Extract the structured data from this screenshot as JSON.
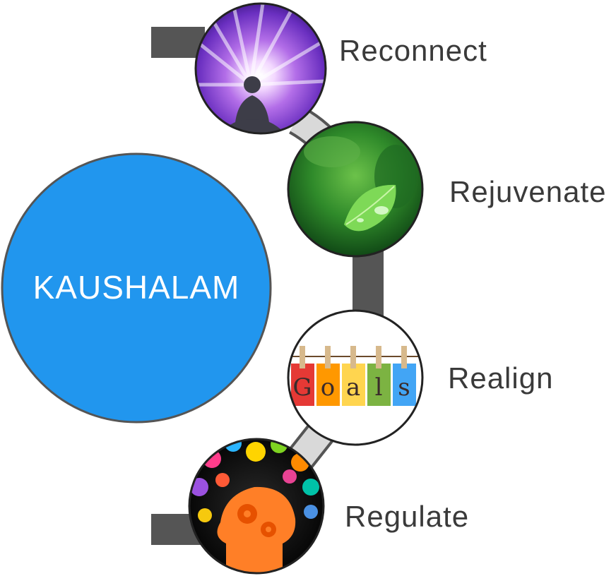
{
  "center": {
    "label": "KAUSHALAM",
    "color": "#2196EE"
  },
  "steps": [
    {
      "label": "Reconnect",
      "image": "meditation-light-image"
    },
    {
      "label": "Rejuvenate",
      "image": "green-leaf-image"
    },
    {
      "label": "Realign",
      "image": "goals-letters-image",
      "letters": [
        "G",
        "o",
        "a",
        "l",
        "s"
      ]
    },
    {
      "label": "Regulate",
      "image": "colorful-head-gears-image"
    }
  ]
}
